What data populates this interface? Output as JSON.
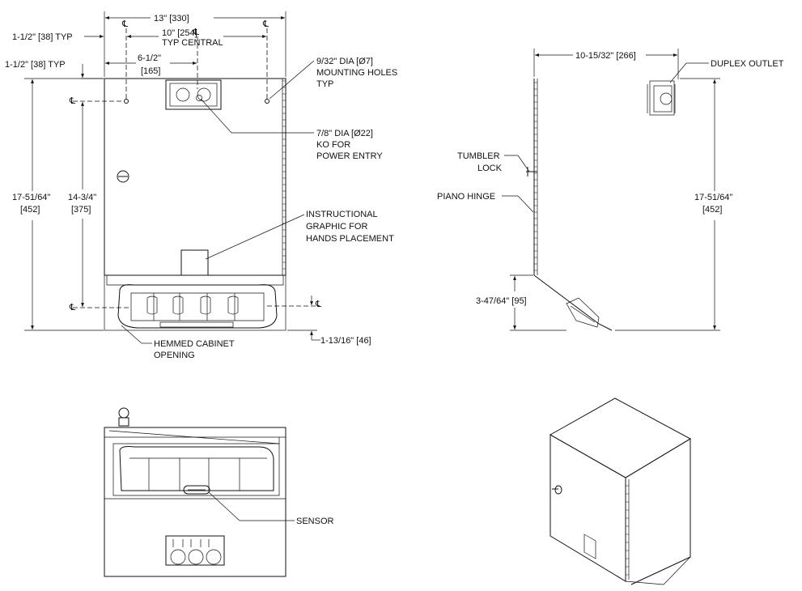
{
  "front_view": {
    "width_dim": "13\" [330]",
    "hole_spacing_dim": "10\" [254]",
    "hole_spacing_note": "TYP CENTRAL",
    "left_offset_top": "1-1/2\" [38] TYP",
    "left_offset_side": "1-1/2\" [38] TYP",
    "ko_offset_in": "6-1/2\"",
    "ko_offset_mm": "[165]",
    "mounting_holes": [
      "9/32\" DIA [Ø7]",
      "MOUNTING HOLES",
      "TYP"
    ],
    "ko_power": [
      "7/8\" DIA [Ø22]",
      "KO FOR",
      "POWER ENTRY"
    ],
    "height_in": "17-51/64\"",
    "height_mm": "[452]",
    "hole_vertical_in": "14-3/4\"",
    "hole_vertical_mm": "[375]",
    "instructional": [
      "INSTRUCTIONAL",
      "GRAPHIC FOR",
      "HANDS PLACEMENT"
    ],
    "bottom_offset": "1-13/16\" [46]",
    "hemmed": [
      "HEMMED CABINET",
      "OPENING"
    ],
    "centerline": "℄"
  },
  "side_view": {
    "depth_dim": "10-15/32\" [266]",
    "duplex": "DUPLEX OUTLET",
    "tumbler": [
      "TUMBLER",
      "LOCK"
    ],
    "piano": "PIANO HINGE",
    "height_in": "17-51/64\"",
    "height_mm": "[452]",
    "bottom_dim": "3-47/64\" [95]"
  },
  "bottom_view": {
    "sensor": "SENSOR"
  }
}
